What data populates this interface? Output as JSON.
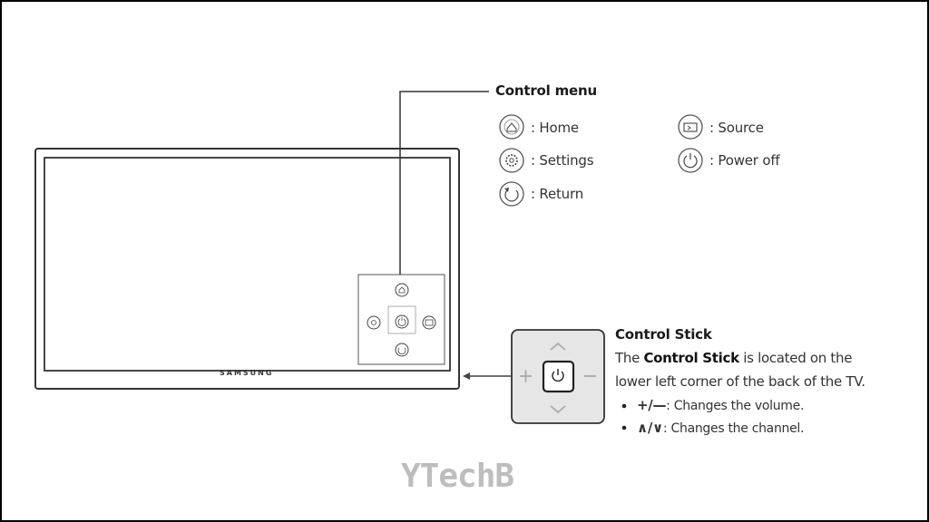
{
  "control_menu": {
    "title": "Control menu",
    "items": [
      {
        "icon": "home-icon",
        "label": ": Home"
      },
      {
        "icon": "source-icon",
        "label": ": Source"
      },
      {
        "icon": "settings-icon",
        "label": ": Settings"
      },
      {
        "icon": "power-off-icon",
        "label": ": Power off"
      },
      {
        "icon": "return-icon",
        "label": ": Return"
      }
    ]
  },
  "tv": {
    "brand": "SAMSUNG"
  },
  "control_stick": {
    "title": "Control Stick",
    "desc_pre": "The ",
    "desc_bold": "Control Stick",
    "desc_post": " is located on the",
    "desc_line2": "lower left corner of the back of the TV.",
    "bullets": [
      {
        "symbol": "+/—",
        "text": ": Changes the volume."
      },
      {
        "symbol": "∧/∨",
        "text": ": Changes the channel."
      }
    ]
  },
  "watermark": "YTechB",
  "colors": {
    "line": "#333333",
    "stick_fill": "#e6e6e6",
    "watermark": "#bdbdbd"
  }
}
